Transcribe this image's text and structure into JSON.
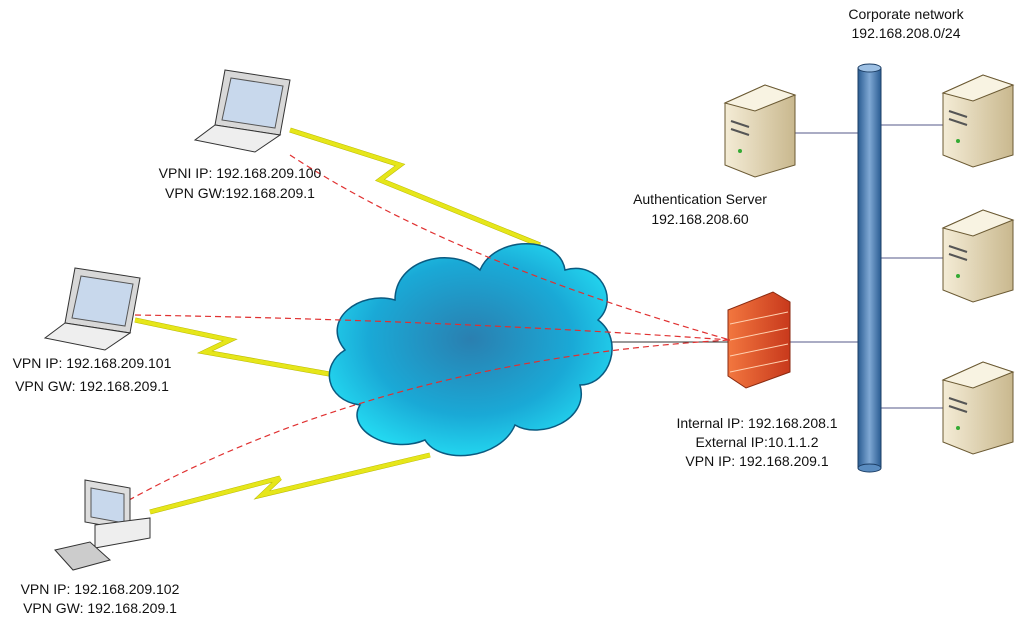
{
  "network": {
    "title": "Corporate network",
    "subnet": "192.168.208.0/24"
  },
  "auth_server": {
    "name": "Authentication Server",
    "ip": "192.168.208.60"
  },
  "firewall": {
    "internal": "Internal IP: 192.168.208.1",
    "external": "External IP:10.1.1.2",
    "vpn": "VPN IP: 192.168.209.1"
  },
  "clients": [
    {
      "line1": "VPNI IP: 192.168.209.100",
      "line2": "VPN GW:192.168.209.1"
    },
    {
      "line1": "VPN IP: 192.168.209.101",
      "line2": "VPN GW: 192.168.209.1"
    },
    {
      "line1": "VPN IP: 192.168.209.102",
      "line2": "VPN GW: 192.168.209.1"
    }
  ],
  "colors": {
    "bus": "#3f74aa",
    "cloud": "#1fc8e6",
    "firewall": "#e8562a",
    "tunnel": "#e03030",
    "link": "#f0f020"
  }
}
